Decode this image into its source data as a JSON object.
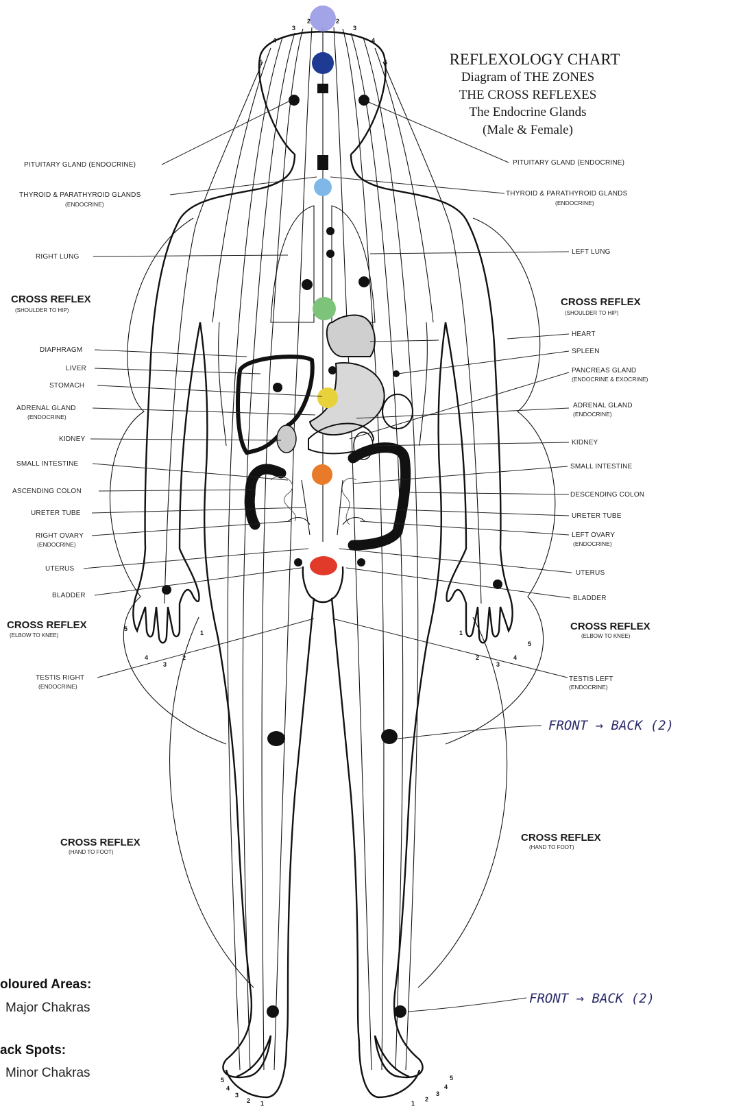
{
  "title": {
    "line1": "REFLEXOLOGY CHART",
    "line2": "Diagram of THE ZONES",
    "line3": "THE CROSS REFLEXES",
    "line4": "The Endocrine Glands",
    "line5": "(Male & Female)"
  },
  "labels_left": {
    "pituitary": "PITUITARY GLAND (ENDOCRINE)",
    "thyroid_1": "THYROID & PARATHYROID GLANDS",
    "thyroid_2": "(ENDOCRINE)",
    "right_lung": "RIGHT LUNG",
    "diaphragm": "DIAPHRAGM",
    "liver": "LIVER",
    "stomach": "STOMACH",
    "adrenal_1": "ADRENAL GLAND",
    "adrenal_2": "(ENDOCRINE)",
    "kidney": "KIDNEY",
    "small_intestine": "SMALL INTESTINE",
    "ascending_colon": "ASCENDING COLON",
    "ureter": "URETER TUBE",
    "ovary_1": "RIGHT OVARY",
    "ovary_2": "(ENDOCRINE)",
    "uterus": "UTERUS",
    "bladder": "BLADDER",
    "testis_1": "TESTIS RIGHT",
    "testis_2": "(ENDOCRINE)"
  },
  "labels_right": {
    "pituitary": "PITUITARY GLAND (ENDOCRINE)",
    "thyroid_1": "THYROID & PARATHYROID GLANDS",
    "thyroid_2": "(ENDOCRINE)",
    "left_lung": "LEFT LUNG",
    "heart": "HEART",
    "spleen": "SPLEEN",
    "pancreas_1": "PANCREAS GLAND",
    "pancreas_2": "(ENDOCRINE & EXOCRINE)",
    "adrenal_1": "ADRENAL GLAND",
    "adrenal_2": "(ENDOCRINE)",
    "kidney": "KIDNEY",
    "small_intestine": "SMALL INTESTINE",
    "descending_colon": "DESCENDING COLON",
    "ureter": "URETER TUBE",
    "ovary_1": "LEFT OVARY",
    "ovary_2": "(ENDOCRINE)",
    "uterus": "UTERUS",
    "bladder": "BLADDER",
    "testis_1": "TESTIS LEFT",
    "testis_2": "(ENDOCRINE)"
  },
  "cross_reflex": {
    "title": "CROSS REFLEX",
    "shoulder_hip": "(SHOULDER TO HIP)",
    "elbow_knee": "(ELBOW TO KNEE)",
    "hand_foot": "(HAND TO FOOT)"
  },
  "handwritten": {
    "knee_note": "FRONT → BACK (2)",
    "ankle_note": "FRONT → BACK (2)"
  },
  "legend": {
    "coloured_heading": "oloured Areas:",
    "coloured_text": "Major Chakras",
    "black_heading": "ack Spots:",
    "black_text": "Minor Chakras"
  },
  "zone_numbers": {
    "n1": "1",
    "n2": "2",
    "n3": "3",
    "n4": "4",
    "n5": "5"
  },
  "colors": {
    "crown": "#9999e6",
    "third_eye": "#1f3a93",
    "throat": "#7fb7e6",
    "heart": "#7dc47a",
    "solar_plexus": "#e8d23c",
    "sacral": "#e87a2a",
    "root": "#e23a2a",
    "ink": "#111111"
  }
}
